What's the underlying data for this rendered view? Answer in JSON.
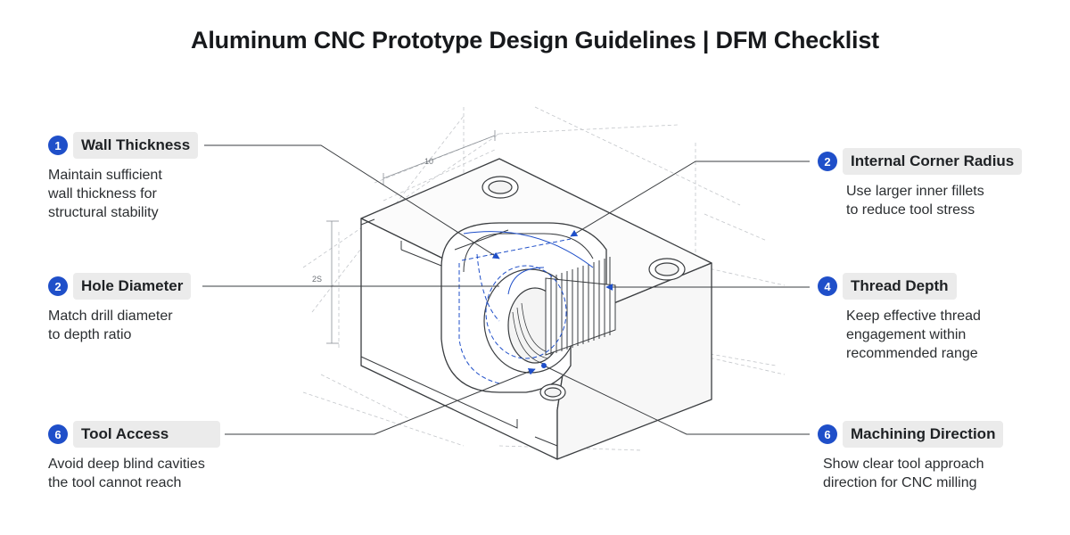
{
  "title": "Aluminum CNC Prototype Design Guidelines | DFM Checklist",
  "dimensions": {
    "top": "10",
    "side": "2S"
  },
  "callouts": [
    {
      "number": "1",
      "label": "Wall Thickness",
      "lines": [
        "Maintain sufficient",
        "wall thickness for",
        "structural stability"
      ]
    },
    {
      "number": "2",
      "label": "Hole Diameter",
      "lines": [
        "Match drill diameter",
        "to depth ratio"
      ]
    },
    {
      "number": "6",
      "label": "Tool Access",
      "lines": [
        "Avoid deep blind cavities",
        "the tool cannot reach"
      ]
    },
    {
      "number": "2",
      "label": "Internal Corner Radius",
      "lines": [
        "Use larger inner fillets",
        "to reduce tool stress"
      ]
    },
    {
      "number": "4",
      "label": "Thread Depth",
      "lines": [
        "Keep effective thread",
        "engagement within",
        "recommended range"
      ]
    },
    {
      "number": "6",
      "label": "Machining Direction",
      "lines": [
        "Show clear tool approach",
        "direction for CNC milling"
      ]
    }
  ],
  "colors": {
    "accent": "#1f4fc9",
    "line": "#3a3d40",
    "construction": "#b9bdc2"
  }
}
